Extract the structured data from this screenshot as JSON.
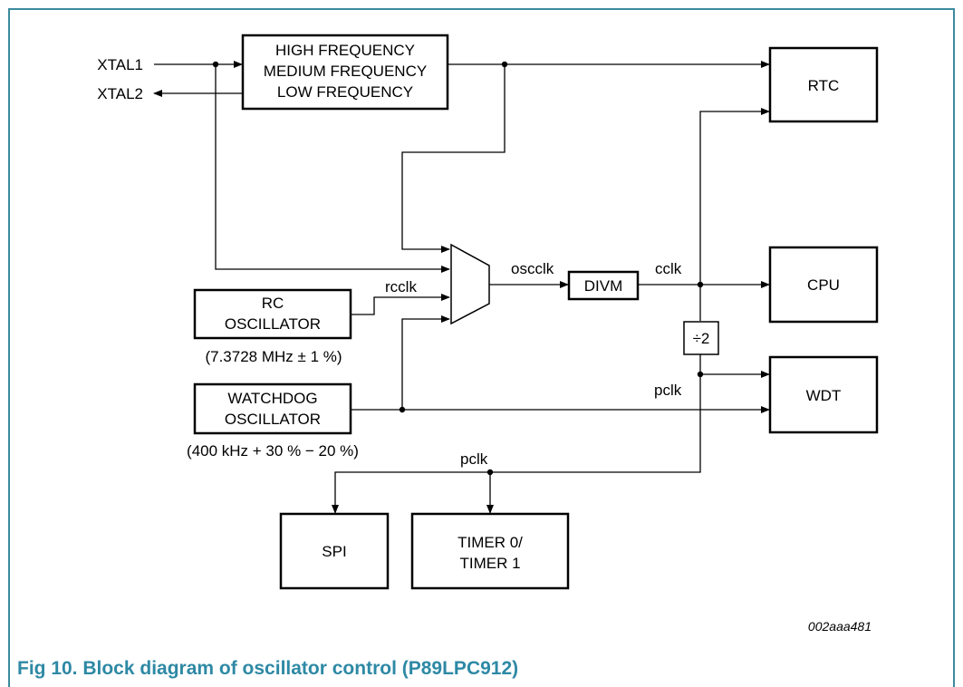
{
  "figure": {
    "caption": "Fig 10. Block diagram of oscillator control (P89LPC912)",
    "code": "002aaa481"
  },
  "pins": {
    "xtal1": "XTAL1",
    "xtal2": "XTAL2"
  },
  "blocks": {
    "crystal": [
      "HIGH FREQUENCY",
      "MEDIUM FREQUENCY",
      "LOW FREQUENCY"
    ],
    "rc_osc": [
      "RC",
      "OSCILLATOR"
    ],
    "rc_osc_spec": "(7.3728 MHz ± 1 %)",
    "wd_osc": [
      "WATCHDOG",
      "OSCILLATOR"
    ],
    "wd_osc_spec": "(400 kHz + 30 % − 20 %)",
    "divm": "DIVM",
    "div2": "÷2",
    "rtc": "RTC",
    "cpu": "CPU",
    "wdt": "WDT",
    "spi": "SPI",
    "timer": [
      "TIMER 0/",
      "TIMER 1"
    ]
  },
  "signals": {
    "rcclk": "rcclk",
    "oscclk": "oscclk",
    "cclk": "cclk",
    "pclk_upper": "pclk",
    "pclk_lower": "pclk"
  }
}
